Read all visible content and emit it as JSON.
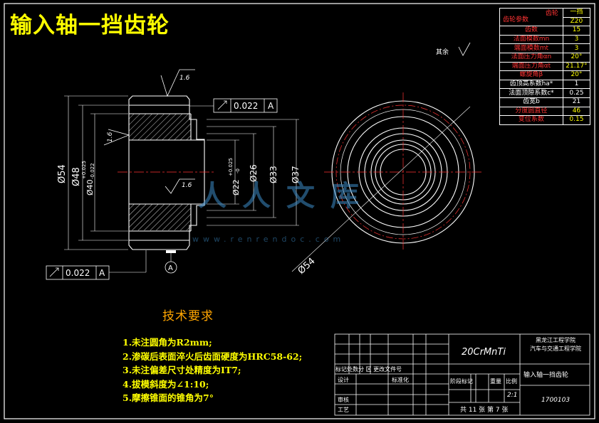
{
  "drawing": {
    "title": "输入轴一挡齿轮",
    "roughness_general": "其余",
    "roughness_values": [
      "1.6",
      "1.6",
      "1.6"
    ],
    "datum_label": "A",
    "tolerances": [
      {
        "value": "0.022",
        "datum": "A"
      },
      {
        "value": "0.022",
        "datum": "A"
      }
    ],
    "dimensions": {
      "d54": "Ø54",
      "d48": "Ø48",
      "d40": "Ø40",
      "d40_tol_upper": "+0.025",
      "d40_tol_lower": "-0.022",
      "d22": "Ø22",
      "d22_tol_upper": "+0.025",
      "d22_tol_lower": "-0",
      "d26": "Ø26",
      "d33": "Ø33",
      "d37": "Ø37",
      "d54_side": "Ø54"
    }
  },
  "gear_params": {
    "header_left": "齿轮参数",
    "header_mid": "齿轮",
    "header_right": "一挡",
    "header_right_sub": "Z20",
    "rows": [
      {
        "name": "齿数",
        "value": "15"
      },
      {
        "name": "法面模数mn",
        "value": "3"
      },
      {
        "name": "端面模数mt",
        "value": "3"
      },
      {
        "name": "法面压力角αn",
        "value": "20°"
      },
      {
        "name": "端面压力角αt",
        "value": "21.17°"
      },
      {
        "name": "螺旋角β",
        "value": "20°"
      },
      {
        "name": "齿顶高系数ha*",
        "value": "1"
      },
      {
        "name": "法面顶隙系数c*",
        "value": "0.25"
      },
      {
        "name": "齿宽b",
        "value": "21"
      },
      {
        "name": "分度圆直径",
        "value": "46"
      },
      {
        "name": "变位系数",
        "value": "0.15"
      }
    ]
  },
  "tech_requirements": {
    "title": "技术要求",
    "items": [
      "1.未注圆角为R2mm;",
      "2.渗碳后表面淬火后齿面硬度为HRC58-62;",
      "3.未注偏差尺寸处精度为IT7;",
      "4.拔模斜度为∠1:10;",
      "5.摩擦锥面的锥角为7°"
    ]
  },
  "title_block": {
    "material": "20CrMnTi",
    "school_line1": "黑龙江工程学院",
    "school_line2": "汽车与交通工程学院",
    "part_name": "输入轴一挡齿轮",
    "drawing_no": "1700103",
    "scale_label": "比例",
    "scale_value": "2:1",
    "weight_label": "重量",
    "stage_label": "阶段标记",
    "sheets_text": "共 11 张  第 7 张",
    "marks_header": "标记处数分  区 更改文件号",
    "design_label": "设计",
    "standard_label": "标准化",
    "review_label": "审核",
    "process_label": "工艺"
  },
  "watermark": {
    "text": "人人文库",
    "url": "www.renrendoc.com"
  }
}
